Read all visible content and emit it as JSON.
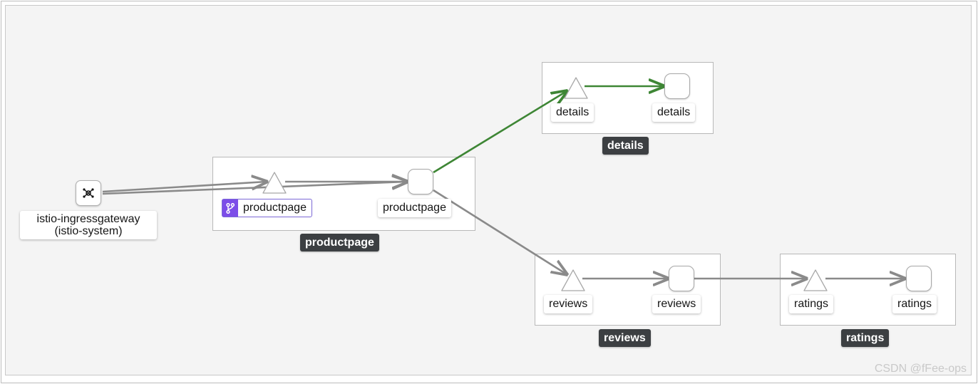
{
  "colors": {
    "canvas_background": "#f4f4f4",
    "edge_default": "#8a8a8a",
    "edge_highlight": "#3e8635",
    "group_label_background": "#3c3f42",
    "virtual_service_badge": "#7c4de8"
  },
  "gateway": {
    "icon": "network-hub-icon",
    "label_line1": "istio-ingressgateway",
    "label_line2": "(istio-system)"
  },
  "groups": {
    "productpage": {
      "name": "productpage",
      "app_node_label": "productpage",
      "app_node_badge_icon": "virtual-service-branch-icon",
      "service_node_label": "productpage"
    },
    "details": {
      "name": "details",
      "app_node_label": "details",
      "service_node_label": "details"
    },
    "reviews": {
      "name": "reviews",
      "app_node_label": "reviews",
      "service_node_label": "reviews"
    },
    "ratings": {
      "name": "ratings",
      "app_node_label": "ratings",
      "service_node_label": "ratings"
    }
  },
  "edges": [
    {
      "from": "istio-ingressgateway",
      "to": "productpage app",
      "status": "default"
    },
    {
      "from": "istio-ingressgateway",
      "to": "productpage service",
      "status": "default"
    },
    {
      "from": "productpage app",
      "to": "productpage service",
      "status": "default"
    },
    {
      "from": "productpage service",
      "to": "details app",
      "status": "healthy"
    },
    {
      "from": "details app",
      "to": "details service",
      "status": "healthy"
    },
    {
      "from": "productpage service",
      "to": "reviews app",
      "status": "default"
    },
    {
      "from": "reviews app",
      "to": "reviews service",
      "status": "default"
    },
    {
      "from": "reviews service",
      "to": "ratings app",
      "status": "default"
    },
    {
      "from": "ratings app",
      "to": "ratings service",
      "status": "default"
    }
  ],
  "watermark": "CSDN @fFee-ops"
}
